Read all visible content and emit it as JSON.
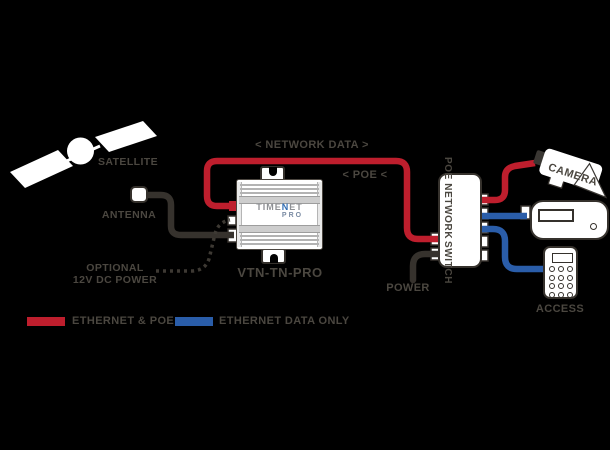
{
  "colors": {
    "background": "#000000",
    "ethernet_poe_red": "#be1e2d",
    "ethernet_data_blue": "#2a5da9",
    "label_gray": "#4b4740",
    "device_white": "#ffffff"
  },
  "nodes": {
    "satellite": {
      "label": "SATELLITE"
    },
    "antenna": {
      "label": "ANTENNA"
    },
    "optional_power": {
      "line1": "OPTIONAL",
      "line2": "12V DC POWER"
    },
    "timenet": {
      "logo_time": "TIME",
      "logo_n": "N",
      "logo_et": "ET",
      "logo_pro": "PRO",
      "model": "VTN-TN-PRO"
    },
    "switch": {
      "line1": "POE NETWORK",
      "line2": "SWITCH"
    },
    "power": {
      "label": "POWER"
    },
    "camera": {
      "label": "CAMERA"
    },
    "access": {
      "label": "ACCESS"
    }
  },
  "flow_labels": {
    "network_data": "<  NETWORK DATA  >",
    "poe": "<  POE  <"
  },
  "legend": [
    {
      "label": "ETHERNET & POE",
      "color": "#be1e2d"
    },
    {
      "label": "ETHERNET DATA ONLY",
      "color": "#2a5da9"
    }
  ]
}
